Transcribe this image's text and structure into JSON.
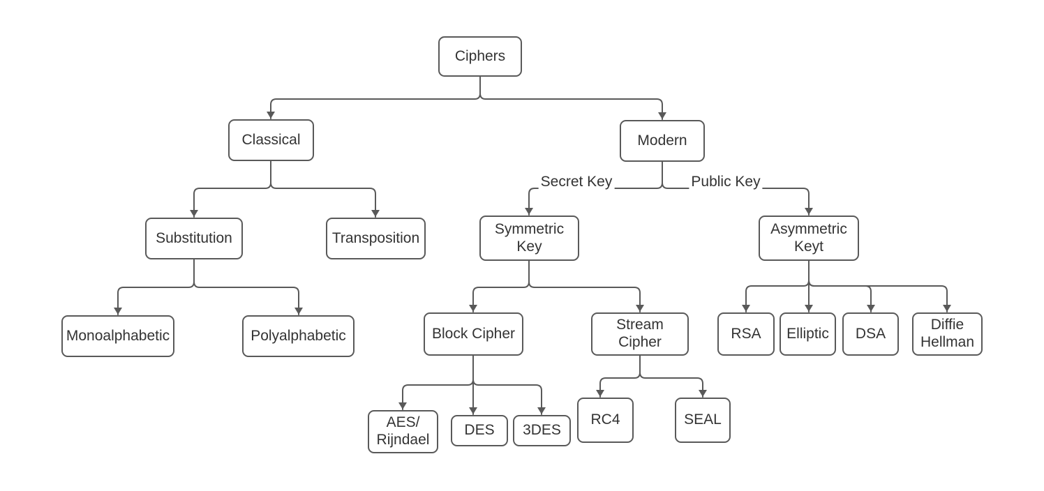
{
  "diagram": {
    "type": "tree",
    "colors": {
      "line": "#595959",
      "node_border": "#595959",
      "node_fill": "#ffffff",
      "text": "#333333",
      "background": "#ffffff"
    },
    "nodes": {
      "ciphers": {
        "label": "Ciphers"
      },
      "classical": {
        "label": "Classical"
      },
      "modern": {
        "label": "Modern"
      },
      "substitution": {
        "label": "Substitution"
      },
      "transposition": {
        "label": "Transposition"
      },
      "symmetric-key": {
        "label": "Symmetric\nKey"
      },
      "asymmetric-key": {
        "label": "Asymmetric\nKeyt"
      },
      "monoalphabetic": {
        "label": "Monoalphabetic"
      },
      "polyalphabetic": {
        "label": "Polyalphabetic"
      },
      "block-cipher": {
        "label": "Block Cipher"
      },
      "stream-cipher": {
        "label": "Stream\nCipher"
      },
      "rsa": {
        "label": "RSA"
      },
      "elliptic": {
        "label": "Elliptic"
      },
      "dsa": {
        "label": "DSA"
      },
      "diffie-hellman": {
        "label": "Diffie\nHellman"
      },
      "aes-rijndael": {
        "label": "AES/\nRijndael"
      },
      "des": {
        "label": "DES"
      },
      "3des": {
        "label": "3DES"
      },
      "rc4": {
        "label": "RC4"
      },
      "seal": {
        "label": "SEAL"
      }
    },
    "edges": [
      {
        "from": "ciphers",
        "to": "classical"
      },
      {
        "from": "ciphers",
        "to": "modern"
      },
      {
        "from": "classical",
        "to": "substitution"
      },
      {
        "from": "classical",
        "to": "transposition"
      },
      {
        "from": "substitution",
        "to": "monoalphabetic"
      },
      {
        "from": "substitution",
        "to": "polyalphabetic"
      },
      {
        "from": "modern",
        "to": "symmetric-key",
        "label": "Secret Key"
      },
      {
        "from": "modern",
        "to": "asymmetric-key",
        "label": "Public Key"
      },
      {
        "from": "symmetric-key",
        "to": "block-cipher"
      },
      {
        "from": "symmetric-key",
        "to": "stream-cipher"
      },
      {
        "from": "block-cipher",
        "to": "aes-rijndael"
      },
      {
        "from": "block-cipher",
        "to": "des"
      },
      {
        "from": "block-cipher",
        "to": "3des"
      },
      {
        "from": "stream-cipher",
        "to": "rc4"
      },
      {
        "from": "stream-cipher",
        "to": "seal"
      },
      {
        "from": "asymmetric-key",
        "to": "rsa"
      },
      {
        "from": "asymmetric-key",
        "to": "elliptic"
      },
      {
        "from": "asymmetric-key",
        "to": "dsa"
      },
      {
        "from": "asymmetric-key",
        "to": "diffie-hellman"
      }
    ]
  }
}
